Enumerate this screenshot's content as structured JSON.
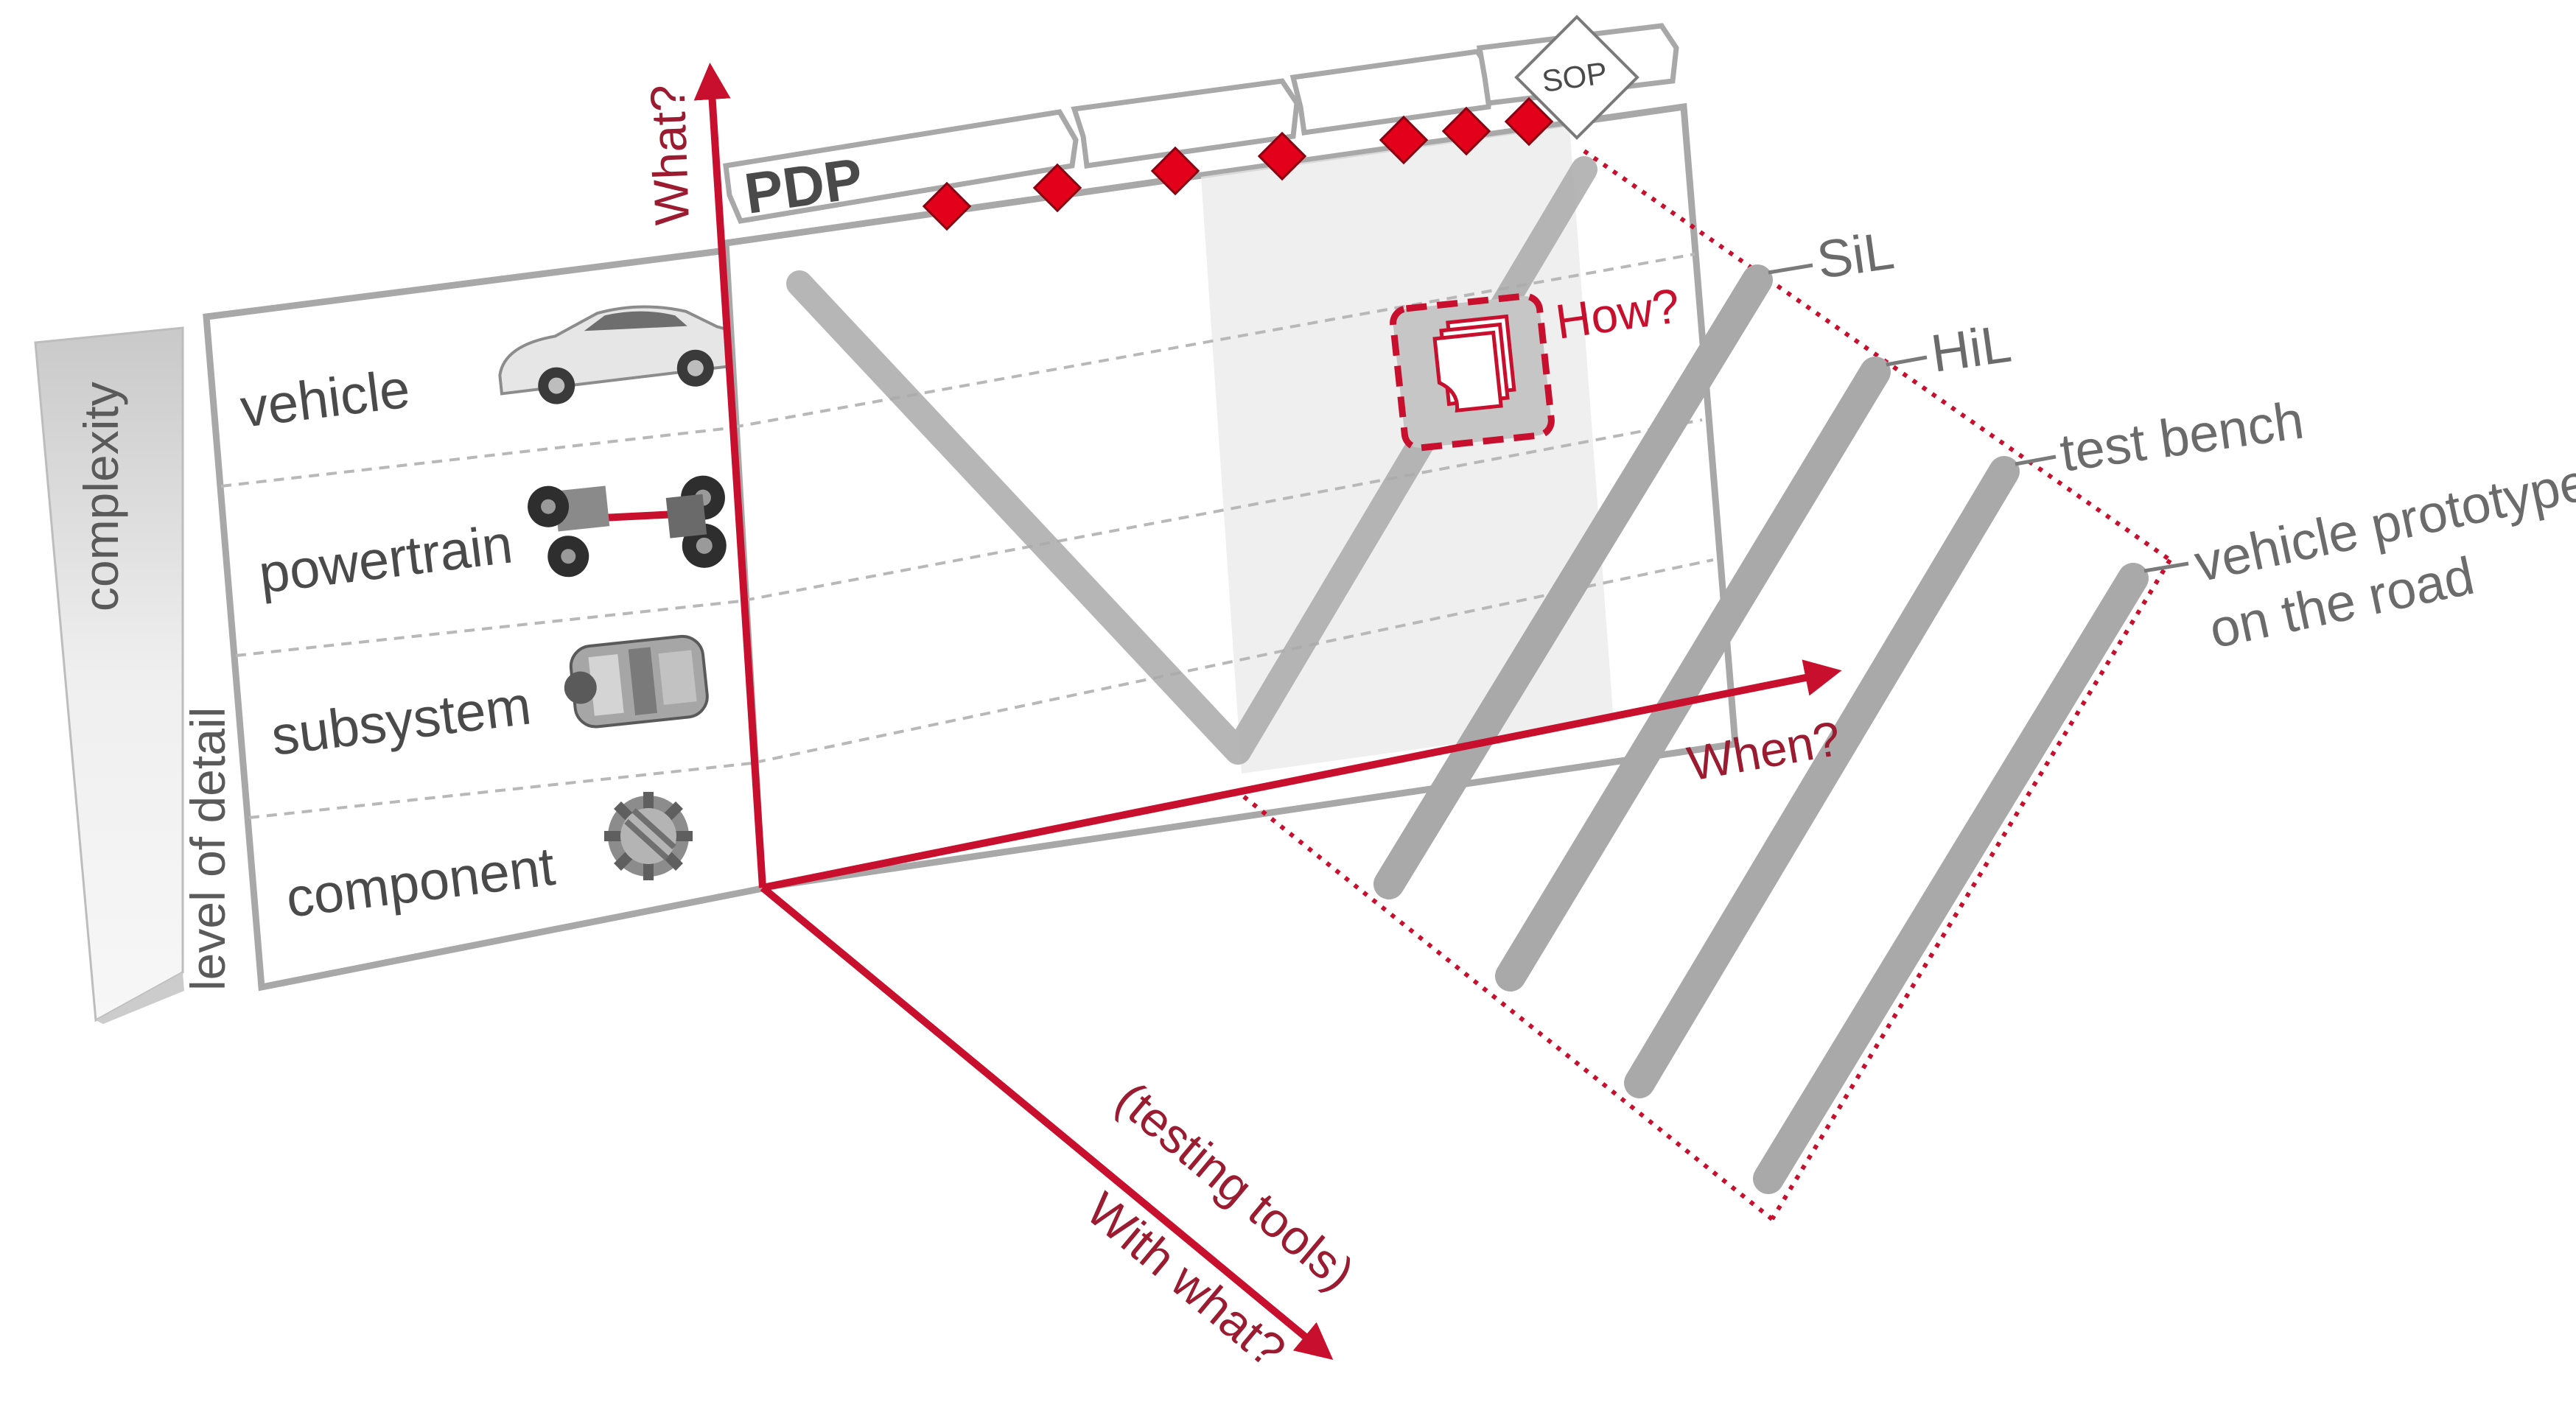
{
  "left_scale": {
    "top_label": "complexity",
    "bottom_label": "level of detail"
  },
  "levels": [
    {
      "label": "vehicle",
      "icon": "car-icon"
    },
    {
      "label": "powertrain",
      "icon": "powertrain-icon"
    },
    {
      "label": "subsystem",
      "icon": "gearbox-icon"
    },
    {
      "label": "component",
      "icon": "gear-icon"
    }
  ],
  "timeline": {
    "start_label": "PDP",
    "end_label": "SOP"
  },
  "axes": {
    "what": "What?",
    "when": "When?",
    "how": "How?",
    "with_what_1": "(testing tools)",
    "with_what_2": "With what?"
  },
  "tools": [
    {
      "label": "SiL"
    },
    {
      "label": "HiL"
    },
    {
      "label": "test bench"
    },
    {
      "label": "vehicle prototype",
      "label2": "on the road"
    }
  ],
  "colors": {
    "accent": "#c8102e",
    "dark_red": "#9b1b30",
    "bar_gray": "#a9a9a9",
    "text_gray": "#4a4a4a"
  }
}
